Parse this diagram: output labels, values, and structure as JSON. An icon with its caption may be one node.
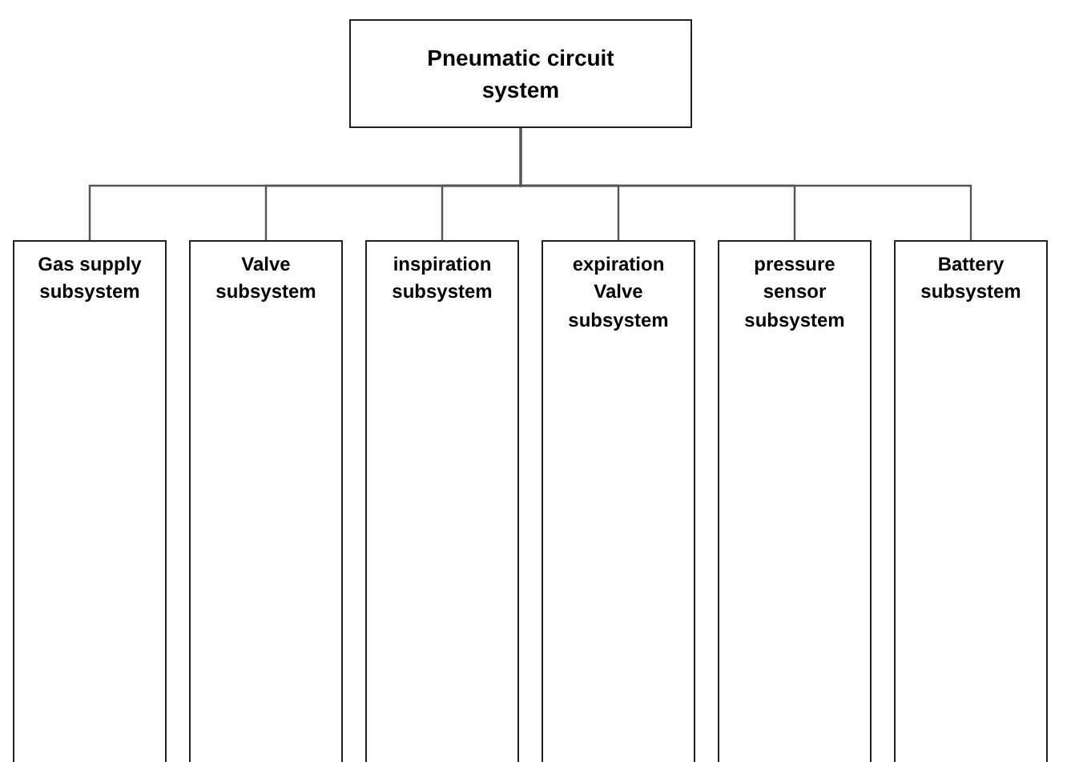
{
  "diagram": {
    "nodes": [
      {
        "text": [
          "Pneumatic circuit system"
        ]
      },
      {
        "text": [
          "Gas supply subsystem"
        ]
      },
      {
        "text": [
          "Valve subsystem"
        ]
      },
      {
        "text": [
          "inspiration subsystem"
        ]
      },
      {
        "text": [
          "expiration Valve subsystem"
        ]
      },
      {
        "text": [
          "pressure sensor subsystem"
        ]
      },
      {
        "text": [
          "Battery subsystem"
        ]
      }
    ],
    "edges": [
      {
        "from": 0,
        "to": 1,
        "arrow": "none"
      },
      {
        "from": 0,
        "to": 2,
        "arrow": "none"
      },
      {
        "from": 0,
        "to": 3,
        "arrow": "none"
      },
      {
        "from": 0,
        "to": 4,
        "arrow": "none"
      },
      {
        "from": 0,
        "to": 5,
        "arrow": "none"
      },
      {
        "from": 0,
        "to": 6,
        "arrow": "none"
      }
    ]
  }
}
